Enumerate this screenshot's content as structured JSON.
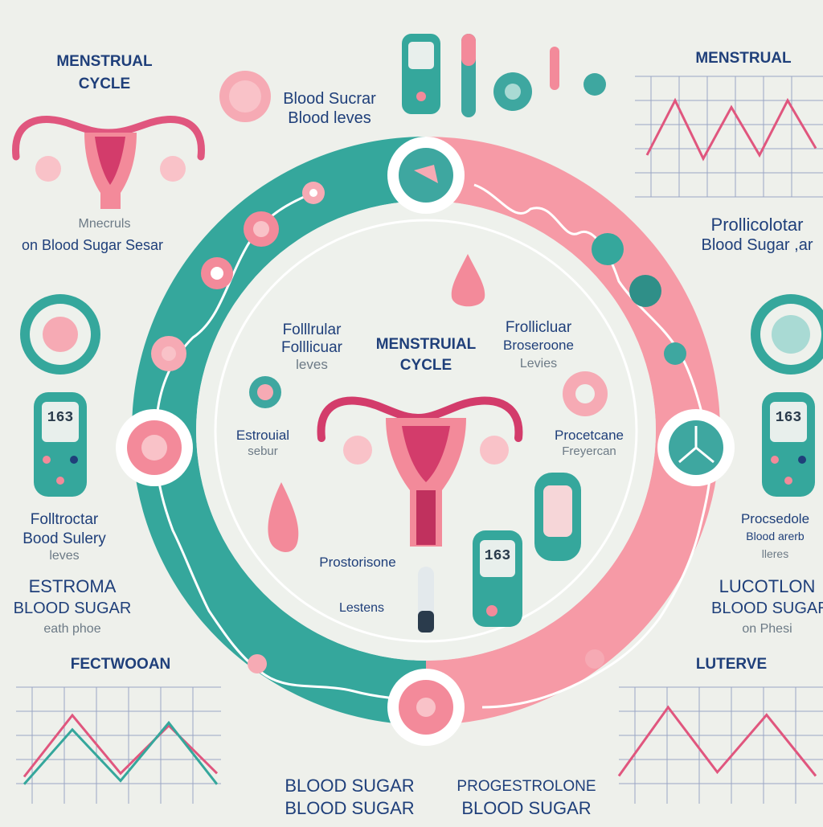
{
  "colors": {
    "background": "#eef0eb",
    "teal": "#35a79c",
    "teal_dark": "#2f8f88",
    "pink": "#f38a9a",
    "pink_light": "#f6aab4",
    "magenta": "#d33c6b",
    "navy_text": "#1f3f7a",
    "grey_text": "#6c7a86"
  },
  "labels": {
    "top_left_title_1": "MENSTRUAL",
    "top_left_title_2": "CYCLE",
    "top_center_1": "Blood Sucrar",
    "top_center_2": "Blood leves",
    "top_right_title": "MENSTRUAL",
    "left_faint": "Mnecruls",
    "left_mid": "on Blood Sugar Sesar",
    "right_mid_1": "Prollicolotar",
    "right_mid_2": "Blood Sugar ,ar",
    "center_title_1": "MENSTRUIAL",
    "center_title_2": "CYCLE",
    "inner_left_1": "Folllrular",
    "inner_left_2": "Folllicuar",
    "inner_left_3": "leves",
    "inner_right_1": "Frollicluar",
    "inner_right_2": "Broseroone",
    "inner_right_3": "Levies",
    "inner_left_lower_1": "Estrouial",
    "inner_left_lower_2": "sebur",
    "inner_right_lower_1": "Procetcane",
    "inner_right_lower_2": "Freyercan",
    "inner_bottom_1": "Prostorisone",
    "inner_bottom_2": "Lestens",
    "left_lower_1": "Folltroctar",
    "left_lower_2": "Bood Sulery",
    "left_lower_3": "leves",
    "left_bottom_1": "ESTROMA",
    "left_bottom_2": "BLOOD SUGAR",
    "left_bottom_3": "eath phoe",
    "right_lower_1": "Procsedole",
    "right_lower_2": "Blood arerb",
    "right_lower_3": "lleres",
    "right_bottom_1": "LUCOTLON",
    "right_bottom_2": "BLOOD SUGAR",
    "right_bottom_3": "on Phesi",
    "bottom_left_title": "FECTWOOAN",
    "bottom_right_title": "LUTERVE",
    "bottom_center_left_1": "BLOOD SUGAR",
    "bottom_center_left_2": "BLOOD SUGAR",
    "bottom_center_right_1": "PROGESTROLONE",
    "bottom_center_right_2": "BLOOD SUGAR",
    "device_reading_left": "163",
    "device_reading_right": "163",
    "device_reading_center": "163"
  },
  "charts": {
    "top_right": {
      "series": [
        {
          "values": [
            0.2,
            1.0,
            0.15,
            0.9,
            0.2,
            1.0,
            0.3
          ]
        }
      ]
    },
    "bottom_left": {
      "series": [
        {
          "values": [
            0.1,
            1.0,
            0.15,
            0.85,
            0.15
          ]
        },
        {
          "values": [
            0.05,
            0.85,
            0.1,
            0.95,
            0.05
          ]
        }
      ]
    },
    "bottom_right": {
      "series": [
        {
          "values": [
            0.1,
            1.0,
            0.15,
            0.9,
            0.1
          ]
        }
      ]
    }
  }
}
